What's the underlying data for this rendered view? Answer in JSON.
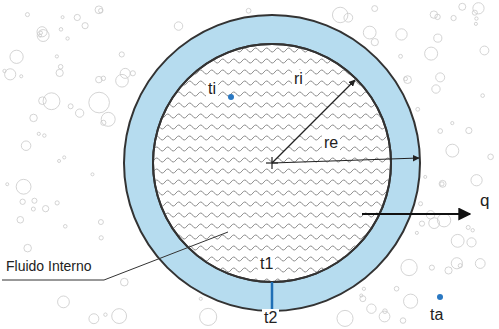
{
  "diagram": {
    "labels": [
      "ri",
      "re",
      "ti",
      "q",
      "Fluido Interno",
      "t1",
      "t2",
      "ta"
    ]
  }
}
